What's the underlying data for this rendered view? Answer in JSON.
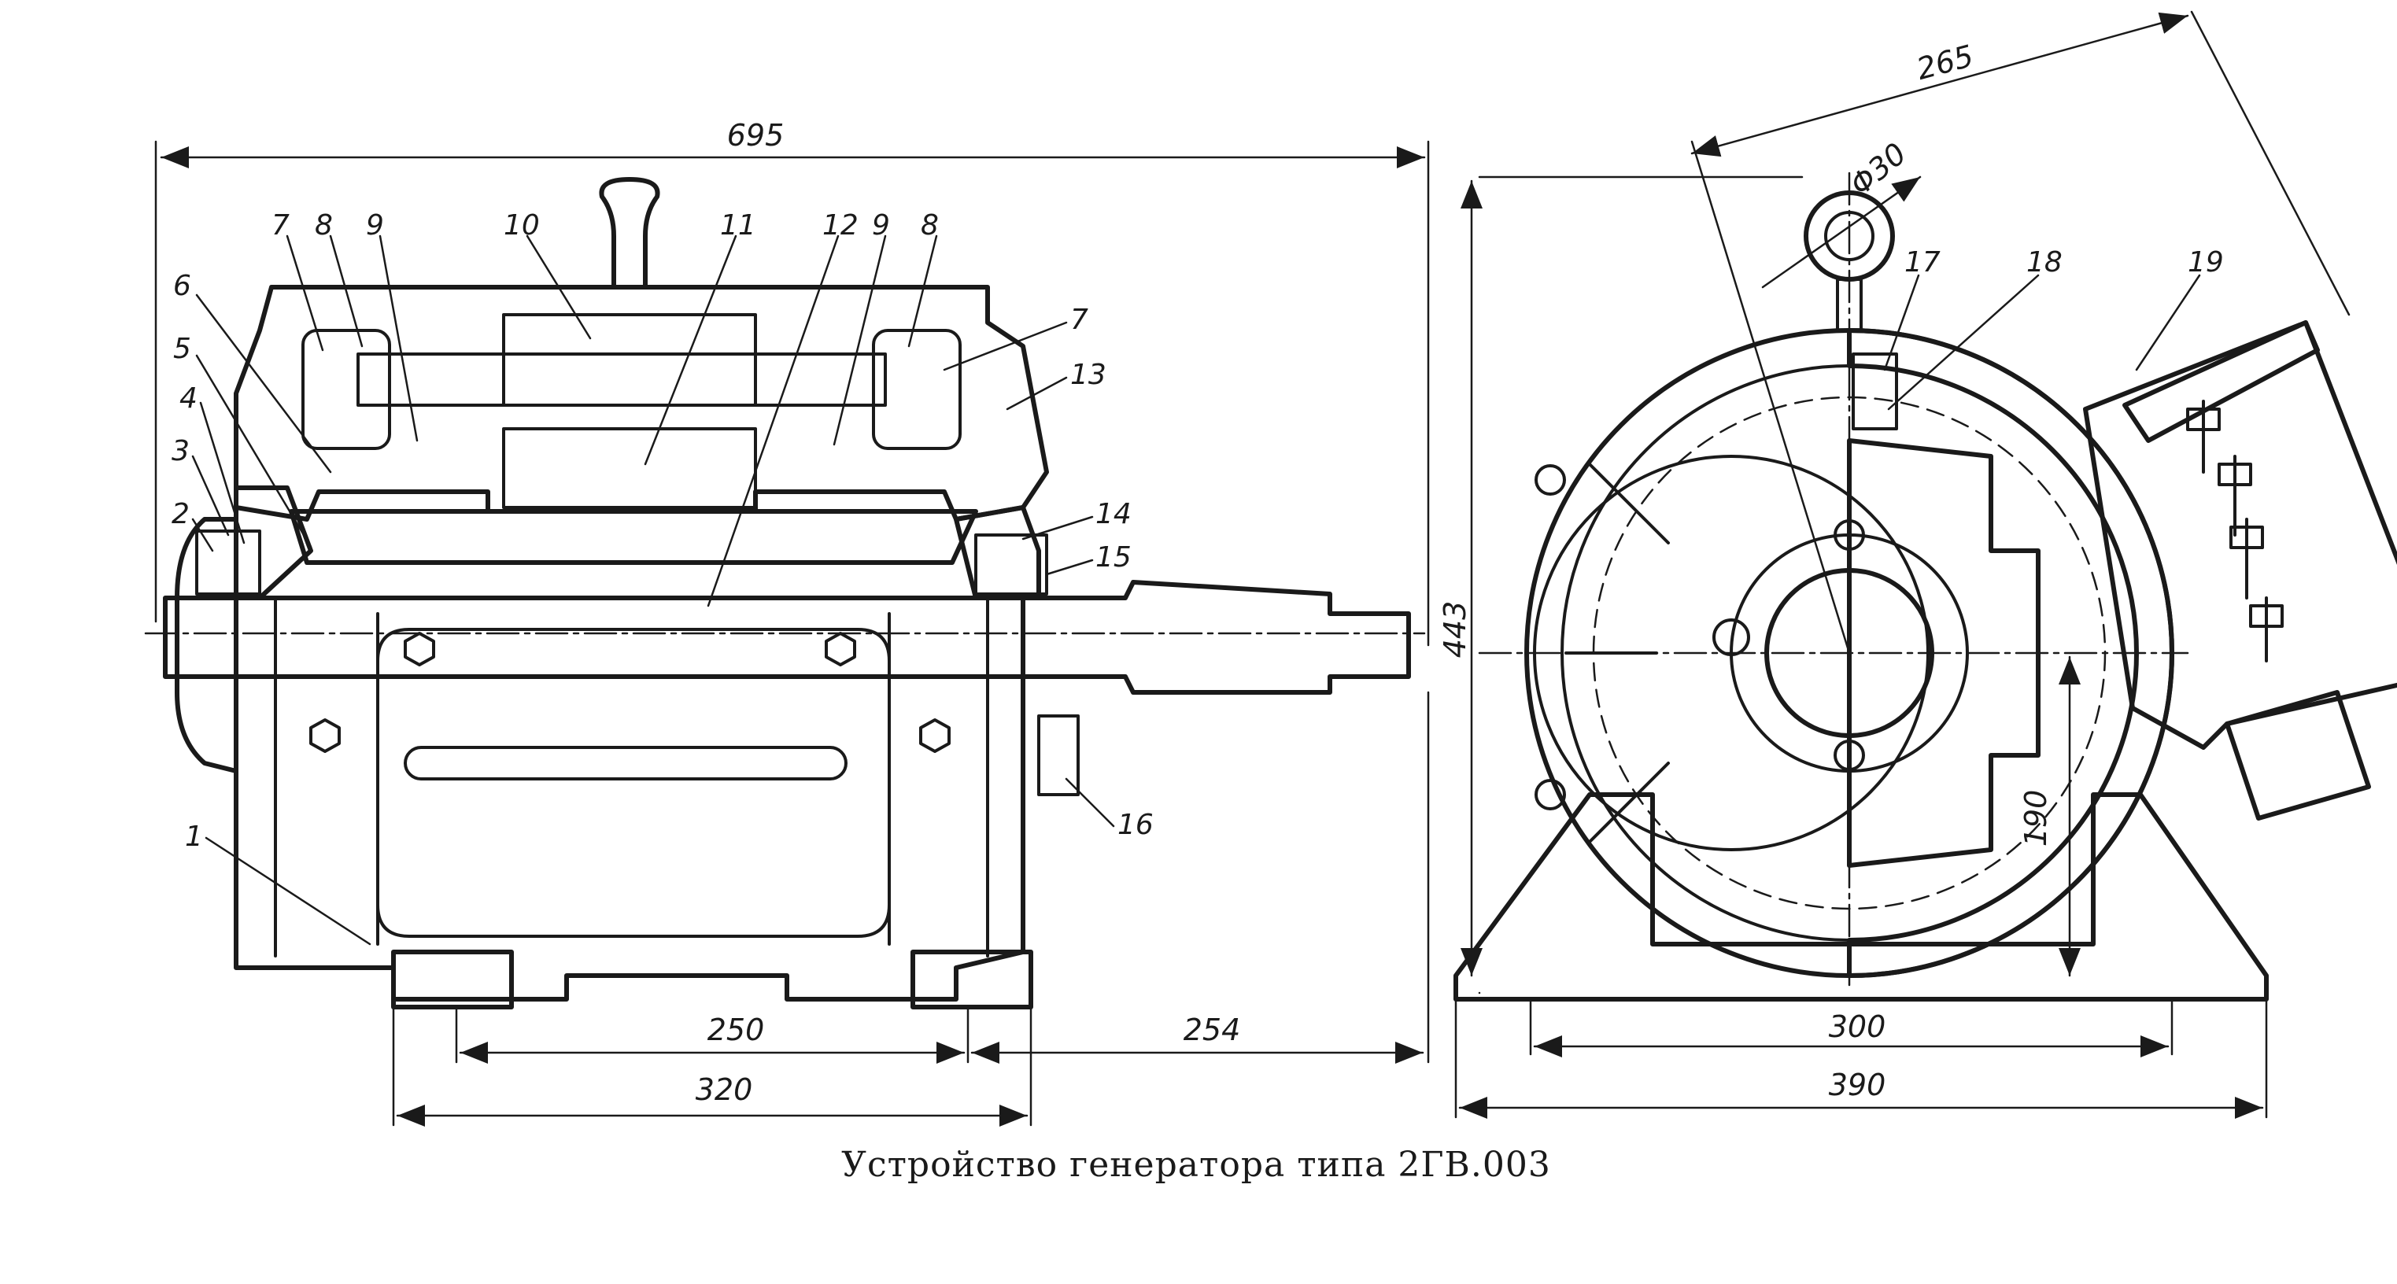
{
  "caption": "Устройство генератора типа 2ГВ.003",
  "dimensions": {
    "overall_length": "695",
    "mount_span": "250",
    "base_length": "320",
    "shaft_extension": "254",
    "height": "443",
    "shaft_axis_height": "190",
    "base_width": "390",
    "mount_width": "300",
    "terminal_box_width": "265",
    "eye_diameter": "Φ30"
  },
  "callouts": {
    "n1": "1",
    "n2": "2",
    "n3": "3",
    "n4": "4",
    "n5": "5",
    "n6": "6",
    "n7": "7",
    "n8": "8",
    "n9": "9",
    "n10": "10",
    "n11": "11",
    "n12": "12",
    "n13": "13",
    "n14": "14",
    "n15": "15",
    "n16": "16",
    "n17": "17",
    "n18": "18",
    "n19": "19"
  }
}
